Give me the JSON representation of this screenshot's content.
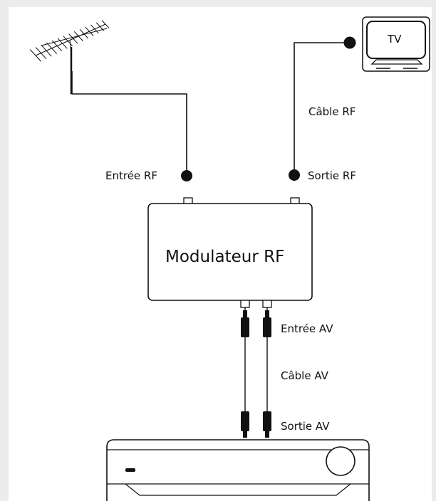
{
  "tv_label": "TV",
  "modulator_label": "Modulateur RF",
  "labels": {
    "rf_cable": "Câble RF",
    "rf_input": "Entrée RF",
    "rf_output": "Sortie RF",
    "av_input": "Entrée AV",
    "av_cable": "Câble AV",
    "av_output": "Sortie AV"
  },
  "colors": {
    "background": "#ececec",
    "panel": "#ffffff",
    "line": "#111111"
  }
}
